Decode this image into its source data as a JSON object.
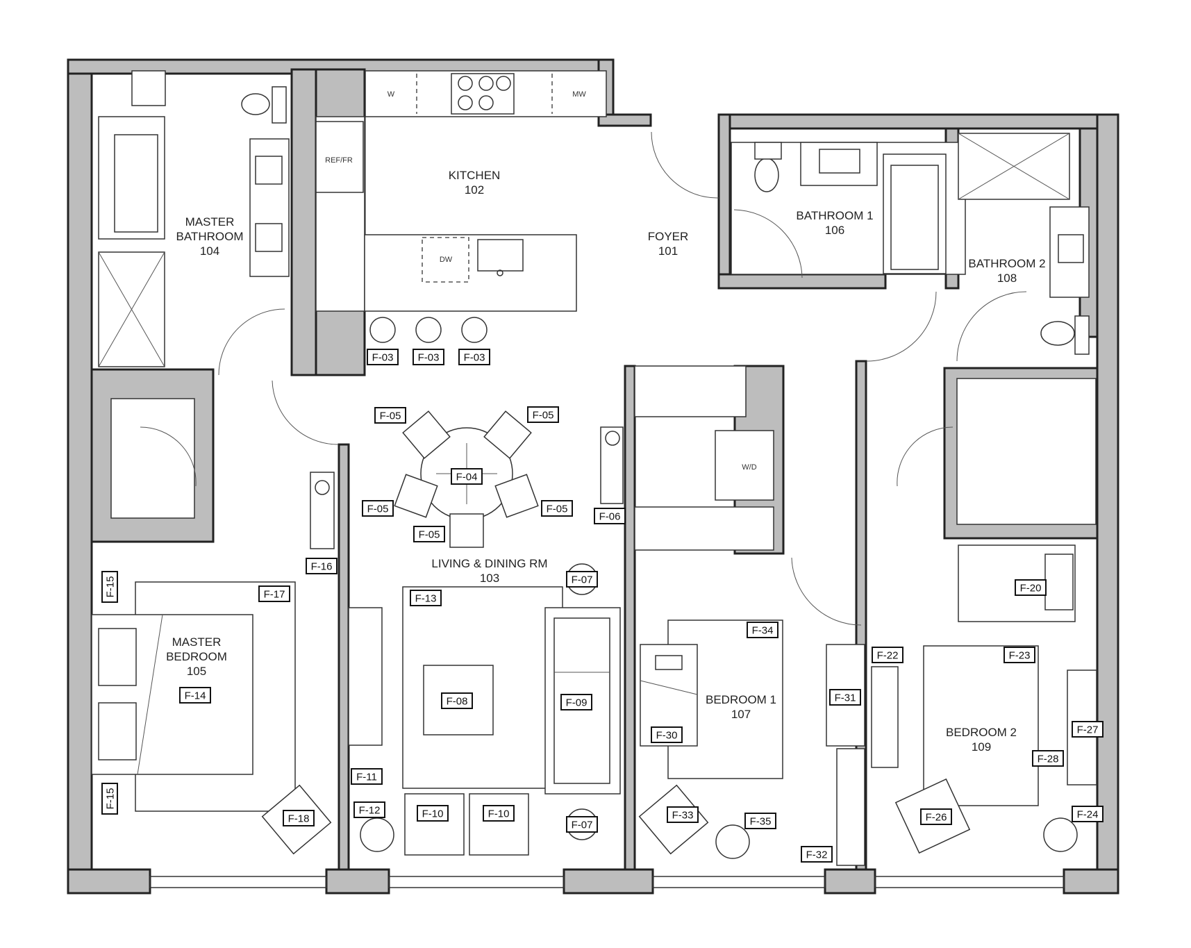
{
  "rooms": [
    {
      "name": "KITCHEN",
      "number": "102"
    },
    {
      "name": "FOYER",
      "number": "101"
    },
    {
      "name": "BATHROOM 1",
      "number": "106"
    },
    {
      "name": "BATHROOM 2",
      "number": "108"
    },
    {
      "name": "MASTER BATHROOM",
      "number": "104"
    },
    {
      "name": "LIVING & DINING RM",
      "number": "103"
    },
    {
      "name": "MASTER BEDROOM",
      "number": "105"
    },
    {
      "name": "BEDROOM 1",
      "number": "107"
    },
    {
      "name": "BEDROOM 2",
      "number": "109"
    }
  ],
  "appliances": [
    "W",
    "MW",
    "REF/FR",
    "DW",
    "W/D"
  ],
  "tags": [
    "F-03",
    "F-03",
    "F-03",
    "F-05",
    "F-05",
    "F-04",
    "F-05",
    "F-05",
    "F-05",
    "F-06",
    "F-16",
    "F-07",
    "F-13",
    "F-15",
    "F-17",
    "F-14",
    "F-15",
    "F-18",
    "F-08",
    "F-09",
    "F-11",
    "F-12",
    "F-10",
    "F-10",
    "F-07",
    "F-34",
    "F-30",
    "F-31",
    "F-33",
    "F-35",
    "F-32",
    "F-20",
    "F-22",
    "F-23",
    "F-27",
    "F-28",
    "F-26",
    "F-24"
  ]
}
